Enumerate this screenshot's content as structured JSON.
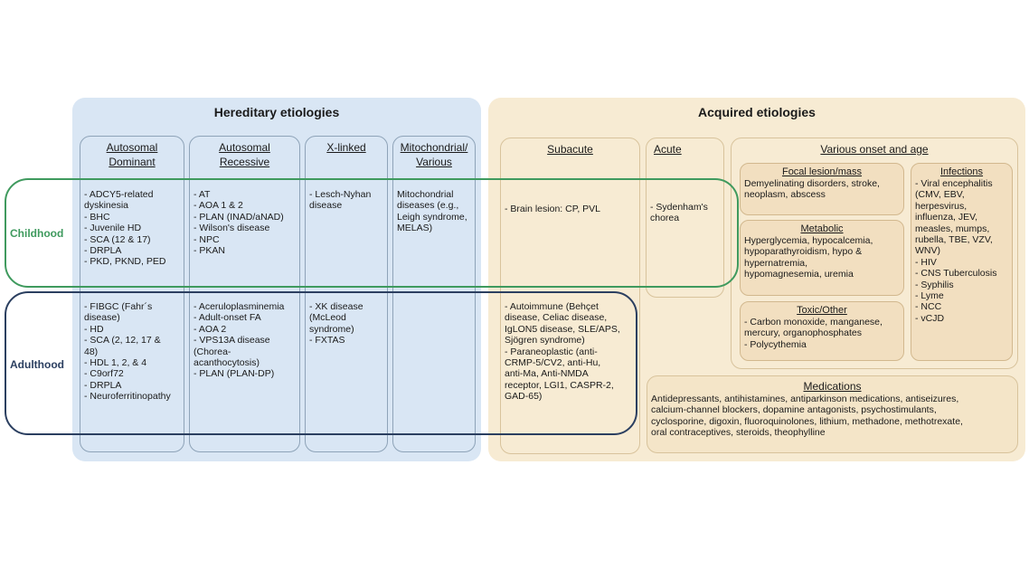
{
  "hereditary": {
    "title": "Hereditary etiologies",
    "columns": [
      {
        "header": "Autosomal\nDominant",
        "childhood": "- ADCY5-related\ndyskinesia\n- BHC\n- Juvenile HD\n- SCA (12 & 17)\n- DRPLA\n- PKD, PKND, PED",
        "adulthood": "- FIBGC (Fahr´s\ndisease)\n- HD\n- SCA (2, 12, 17 &\n48)\n- HDL 1, 2, & 4\n- C9orf72\n- DRPLA\n- Neuroferritinopathy"
      },
      {
        "header": "Autosomal\nRecessive",
        "childhood": "- AT\n- AOA 1 & 2\n- PLAN (INAD/aNAD)\n- Wilson's disease\n- NPC\n- PKAN",
        "adulthood": "- Aceruloplasminemia\n- Adult-onset FA\n- AOA 2\n- VPS13A disease\n(Chorea-\nacanthocytosis)\n- PLAN (PLAN-DP)"
      },
      {
        "header": "X-linked",
        "childhood": "- Lesch-Nyhan\ndisease",
        "adulthood": "- XK disease\n(McLeod\nsyndrome)\n- FXTAS"
      },
      {
        "header": "Mitochondrial/\nVarious",
        "childhood": "Mitochondrial\ndiseases (e.g.,\nLeigh syndrome,\nMELAS)",
        "adulthood": ""
      }
    ]
  },
  "acquired": {
    "title": "Acquired etiologies",
    "subacute": {
      "header": "Subacute",
      "childhood": "- Brain lesion: CP, PVL",
      "adulthood": "- Autoimmune (Behçet\ndisease, Celiac disease,\nIgLON5 disease, SLE/APS,\nSjögren syndrome)\n- Paraneoplastic (anti-\nCRMP-5/CV2,  anti-Hu,\nanti-Ma, Anti-NMDA\nreceptor, LGI1, CASPR-2,\nGAD-65)"
    },
    "acute": {
      "header": "Acute",
      "childhood": "- Sydenham's\nchorea"
    },
    "various": {
      "header": "Various onset and age",
      "focal": {
        "header": "Focal lesion/mass",
        "text": "Demyelinating disorders, stroke,\nneoplasm, abscess"
      },
      "metabolic": {
        "header": "Metabolic",
        "text": "Hyperglycemia, hypocalcemia,\nhypoparathyroidism, hypo &\nhypernatremia,\nhypomagnesemia, uremia"
      },
      "toxic": {
        "header": "Toxic/Other",
        "text": "- Carbon monoxide, manganese,\nmercury, organophosphates\n- Polycythemia"
      },
      "infections": {
        "header": "Infections",
        "text": "- Viral encephalitis\n(CMV, EBV,\nherpesvirus,\ninfluenza, JEV,\nmeasles, mumps,\nrubella, TBE, VZV,\nWNV)\n- HIV\n- CNS Tuberculosis\n- Syphilis\n- Lyme\n- NCC\n- vCJD"
      }
    },
    "medications": {
      "header": "Medications",
      "text": "Antidepressants, antihistamines, antiparkinson medications, antiseizures,\ncalcium-channel blockers, dopamine antagonists, psychostimulants,\ncyclosporine, digoxin, fluoroquinolones, lithium, methadone, methotrexate,\noral contraceptives, steroids, theophylline"
    }
  },
  "bands": {
    "childhood": "Childhood",
    "adulthood": "Adulthood"
  },
  "colors": {
    "childhood": "#3f9a5e",
    "adulthood": "#2b3f60"
  }
}
